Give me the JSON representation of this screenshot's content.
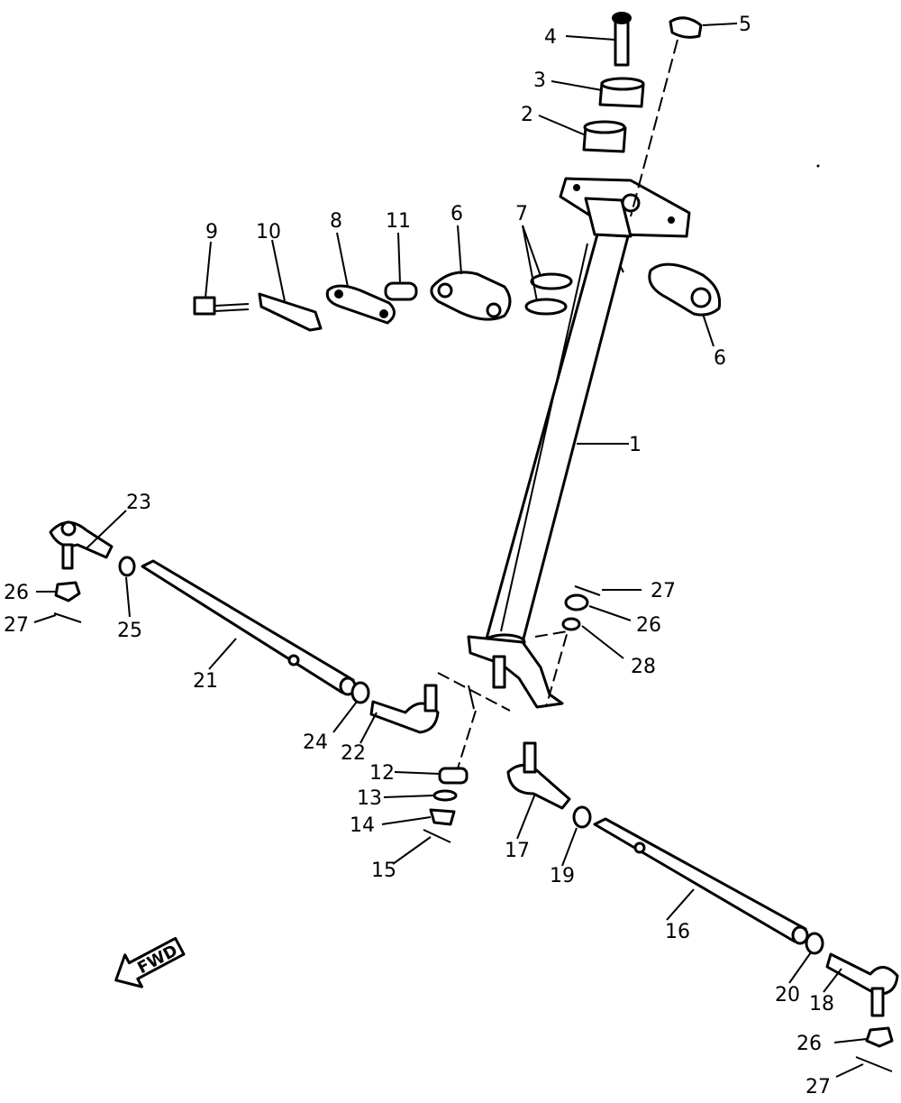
{
  "callouts": {
    "c1": "1",
    "c2": "2",
    "c3": "3",
    "c4": "4",
    "c5": "5",
    "c6a": "6",
    "c6b": "6",
    "c7": "7",
    "c8": "8",
    "c9": "9",
    "c10": "10",
    "c11": "11",
    "c12": "12",
    "c13": "13",
    "c14": "14",
    "c15": "15",
    "c16": "16",
    "c17": "17",
    "c18": "18",
    "c19": "19",
    "c20": "20",
    "c21": "21",
    "c22": "22",
    "c23": "23",
    "c24": "24",
    "c25": "25",
    "c26a": "26",
    "c26b": "26",
    "c26c": "26",
    "c27a": "27",
    "c27b": "27",
    "c27c": "27",
    "c28": "28"
  },
  "direction_marker": {
    "label": "FWD",
    "icon": "arrow-icon"
  }
}
